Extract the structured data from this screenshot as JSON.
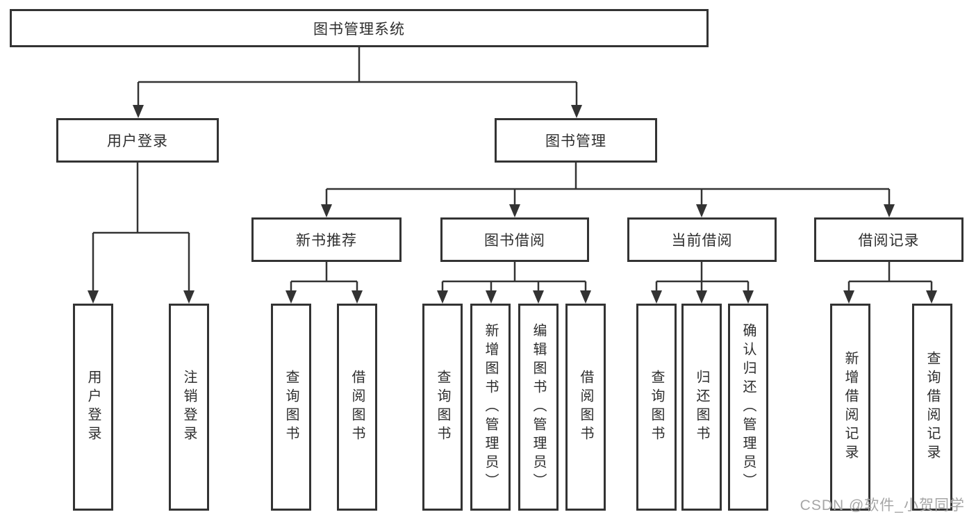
{
  "watermark": "CSDN @软件_小贺同学",
  "colors": {
    "line": "#333333",
    "text": "#2e2e2e",
    "background": "#ffffff",
    "watermark": "#a6a6a6"
  },
  "tree": {
    "root": "图书管理系统",
    "branches": [
      {
        "label": "用户登录",
        "children": [
          "用户登录",
          "注销登录"
        ]
      },
      {
        "label": "图书管理",
        "groups": [
          {
            "label": "新书推荐",
            "children": [
              "查询图书",
              "借阅图书"
            ]
          },
          {
            "label": "图书借阅",
            "children": [
              "查询图书",
              "新增图书（管理员）",
              "编辑图书（管理员）",
              "借阅图书"
            ]
          },
          {
            "label": "当前借阅",
            "children": [
              "查询图书",
              "归还图书",
              "确认归还（管理员）"
            ]
          },
          {
            "label": "借阅记录",
            "children": [
              "新增借阅记录",
              "查询借阅记录"
            ]
          }
        ]
      }
    ]
  }
}
